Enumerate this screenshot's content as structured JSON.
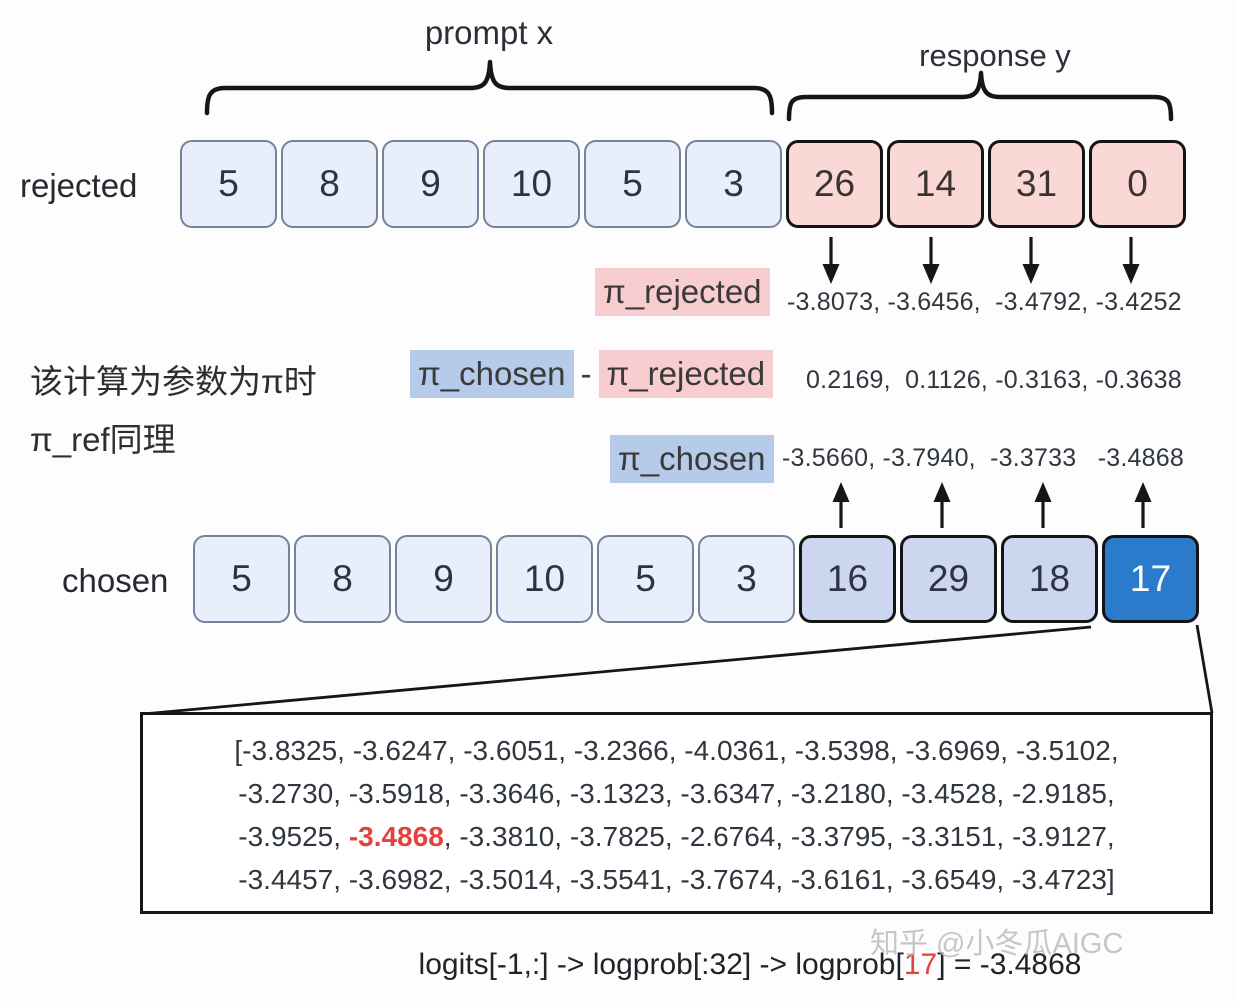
{
  "header": {
    "prompt_label": "prompt x",
    "response_label": "response y"
  },
  "rows": {
    "rejected_label": "rejected",
    "chosen_label": "chosen"
  },
  "tokens": {
    "rejected": [
      "5",
      "8",
      "9",
      "10",
      "5",
      "3",
      "26",
      "14",
      "31",
      "0"
    ],
    "chosen": [
      "5",
      "8",
      "9",
      "10",
      "5",
      "3",
      "16",
      "29",
      "18",
      "17"
    ]
  },
  "pi_rejected_row": {
    "label": "π_rejected",
    "values": "-3.8073, -3.6456,  -3.4792, -3.4252"
  },
  "diff_row": {
    "chosen_label": "π_chosen",
    "minus": "-",
    "rejected_label": "π_rejected",
    "values": "0.2169,  0.1126, -0.3163, -0.3638"
  },
  "pi_chosen_row": {
    "label": "π_chosen",
    "values": "-3.5660, -3.7940,  -3.3733   -3.4868"
  },
  "annotation": {
    "line1": "该计算为参数为π时",
    "line2": "π_ref同理"
  },
  "logits_box": {
    "line1": "[-3.8325, -3.6247, -3.6051, -3.2366, -4.0361, -3.5398, -3.6969, -3.5102,",
    "line2": "-3.2730, -3.5918, -3.3646, -3.1323, -3.6347, -3.2180, -3.4528, -2.9185,",
    "line3_prefix": "-3.9525, ",
    "line3_highlight": "-3.4868",
    "line3_suffix": ", -3.3810, -3.7825, -2.6764, -3.3795, -3.3151, -3.9127,",
    "line4": "-3.4457, -3.6982, -3.5014, -3.5541, -3.7674, -3.6161, -3.6549, -3.4723]"
  },
  "formula": {
    "part1": "logits[-1,:] -> logprob[:32] -> logprob[",
    "highlight": "17",
    "part2": "] = -3.4868"
  },
  "watermark": "知乎 @小冬瓜AIGC",
  "colors": {
    "prompt_token_bg": "#e9effa",
    "prompt_token_border": "#74829b",
    "rejected_token_bg": "#f9d8d5",
    "chosen_token_bg": "#ccd6ee",
    "chosen_active_token_bg": "#2b7bcd",
    "pi_rejected_highlight": "#f8cdcf",
    "pi_chosen_highlight": "#b6cbe9",
    "highlight_red": "#e2423d"
  }
}
